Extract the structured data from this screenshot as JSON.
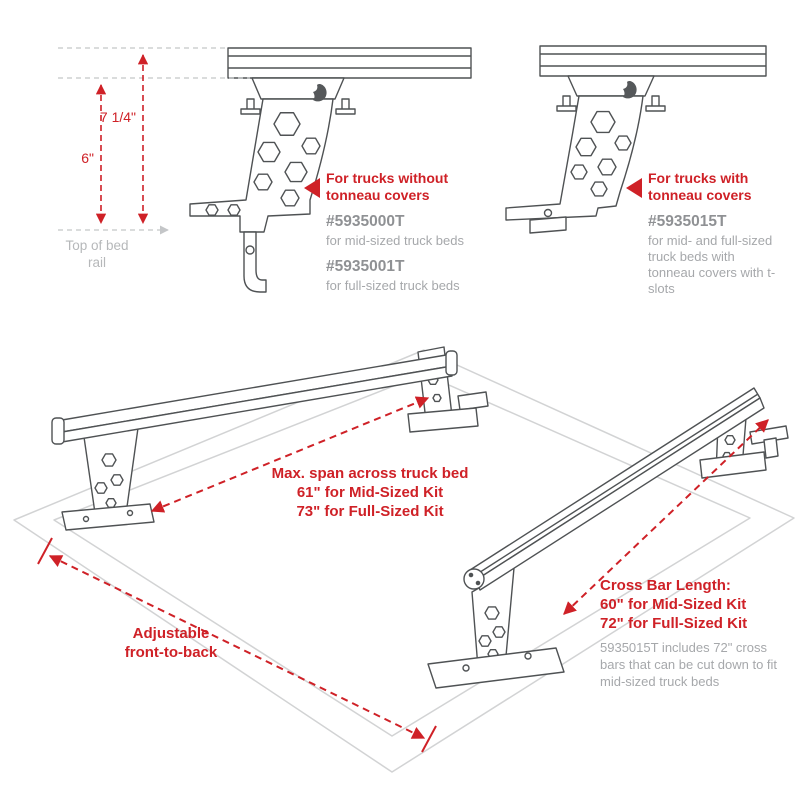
{
  "colors": {
    "accent_red": "#cf2127",
    "part_gray": "#8f9194",
    "desc_gray": "#a6a8ab",
    "line_gray": "#4f5254",
    "bed_outline_gray": "#d2d3d4"
  },
  "icons": {
    "callout_pointer": "left-triangle",
    "measure_arrow": "double-headed-dashed-arrow"
  },
  "dimensions": {
    "height_total": "7 1/4\"",
    "height_rail": "6\"",
    "rail_ref_label": "Top of bed rail"
  },
  "callout_no_tonneau": {
    "title": "For trucks without tonneau covers",
    "parts": [
      {
        "number": "#5935000T",
        "description": "for mid-sized truck beds"
      },
      {
        "number": "#5935001T",
        "description": "for full-sized truck beds"
      }
    ]
  },
  "callout_tonneau": {
    "title": "For trucks with tonneau covers",
    "parts": [
      {
        "number": "#5935015T",
        "description": "for mid- and full-sized truck beds with tonneau covers with t-slots"
      }
    ]
  },
  "span_annotation": {
    "lines": [
      "Max. span across truck bed",
      "61\" for Mid-Sized Kit",
      "73\" for Full-Sized Kit"
    ]
  },
  "adjust_annotation": {
    "lines": [
      "Adjustable",
      "front-to-back"
    ]
  },
  "crossbar_annotation": {
    "title": "Cross Bar Length:",
    "lines": [
      "60\" for Mid-Sized Kit",
      "72\" for Full-Sized Kit"
    ],
    "note": "5935015T includes 72\" cross bars that can be cut down to fit mid-sized truck beds"
  }
}
